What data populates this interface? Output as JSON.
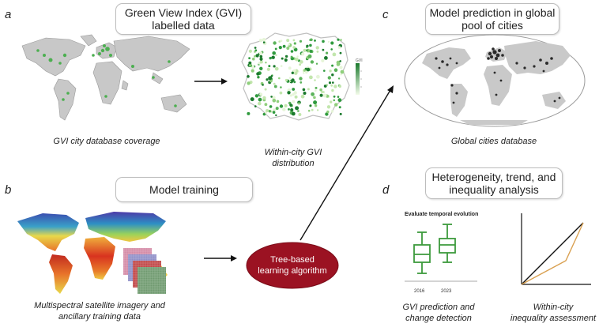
{
  "panels": {
    "a": {
      "letter": "a",
      "title_line1": "Green View Index (GVI)",
      "title_line2": "labelled data",
      "map_caption": "GVI city database coverage",
      "dist_caption_line1": "Within-city GVI",
      "dist_caption_line2": "distribution",
      "legend_label": "GVI"
    },
    "b": {
      "letter": "b",
      "title": "Model training",
      "caption_line1": "Multispectral satellite imagery and",
      "caption_line2": "ancillary training data",
      "algo_line1": "Tree-based",
      "algo_line2": "learning algorithm"
    },
    "c": {
      "letter": "c",
      "title_line1": "Model prediction in global",
      "title_line2": "pool of cities",
      "caption": "Global cities database"
    },
    "d": {
      "letter": "d",
      "title_line1": "Heterogeneity, trend, and",
      "title_line2": "inequality analysis",
      "boxplot_title": "Evaluate temporal evolution",
      "year1": "2016",
      "year2": "2023",
      "caption1_line1": "GVI prediction and",
      "caption1_line2": "change detection",
      "caption2_line1": "Within-city",
      "caption2_line2": "inequality assessment"
    }
  },
  "colors": {
    "green": "#3c9a3c",
    "dark_red": "#9b1222",
    "gray_land": "#c8c8c8",
    "black_point": "#222222",
    "orange_line": "#d9a050"
  }
}
